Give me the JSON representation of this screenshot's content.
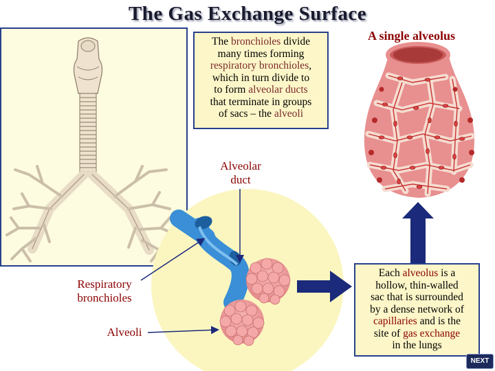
{
  "title": "The Gas Exchange Surface",
  "info_box": {
    "lines": [
      [
        {
          "t": "The ",
          "h": false
        },
        {
          "t": "bronchioles",
          "h": true
        },
        {
          "t": " divide",
          "h": false
        }
      ],
      [
        {
          "t": "many times forming",
          "h": false
        }
      ],
      [
        {
          "t": "respiratory bronchioles",
          "h": true
        },
        {
          "t": ",",
          "h": false
        }
      ],
      [
        {
          "t": "which in turn divide to",
          "h": false
        }
      ],
      [
        {
          "t": "to form ",
          "h": false
        },
        {
          "t": "alveolar ducts",
          "h": true
        }
      ],
      [
        {
          "t": "that terminate in groups",
          "h": false
        }
      ],
      [
        {
          "t": "of sacs – the ",
          "h": false
        },
        {
          "t": "alveoli",
          "h": true
        }
      ]
    ]
  },
  "alveolus_title": "A single alveolus",
  "labels": {
    "alveolar_duct_line1": "Alveolar",
    "alveolar_duct_line2": "duct",
    "resp_bronchioles_line1": "Respiratory",
    "resp_bronchioles_line2": "bronchioles",
    "alveoli": "Alveoli"
  },
  "desc_box": {
    "lines": [
      [
        {
          "t": "Each ",
          "h": false
        },
        {
          "t": "alveolus",
          "h": true
        },
        {
          "t": " is a",
          "h": false
        }
      ],
      [
        {
          "t": "hollow, thin-walled",
          "h": false
        }
      ],
      [
        {
          "t": "sac that is surrounded",
          "h": false
        }
      ],
      [
        {
          "t": "by a dense network of",
          "h": false
        }
      ],
      [
        {
          "t": "capillaries",
          "h": true
        },
        {
          "t": " and is the",
          "h": false
        }
      ],
      [
        {
          "t": "site of ",
          "h": false
        },
        {
          "t": "gas exchange",
          "h": true
        }
      ],
      [
        {
          "t": "in the lungs",
          "h": false
        }
      ]
    ]
  },
  "next_button": "NEXT",
  "colors": {
    "panel_border": "#27408b",
    "box_fill": "#fcf6c8",
    "label_red": "#8b0000",
    "arrow_blue": "#1b2a7a",
    "bronchiole_blue": "#3a8fd6",
    "alveolus_pink": "#f0a0a0",
    "capillary_red": "#c83030"
  },
  "icons": {
    "next": "next-button",
    "arrow_up": "up-arrow-icon",
    "arrow_right": "right-arrow-icon"
  }
}
